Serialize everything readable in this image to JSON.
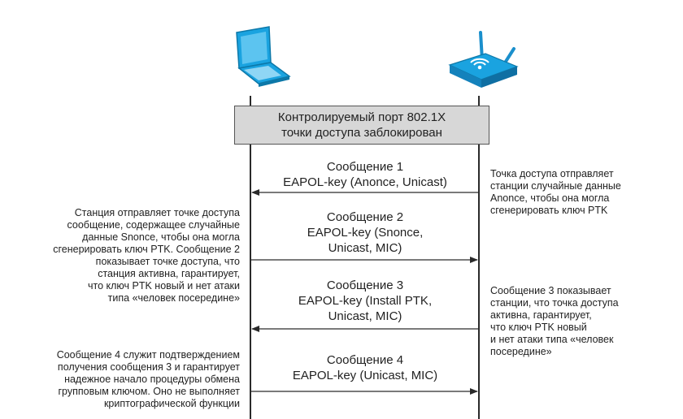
{
  "banner": {
    "line1": "Контролируемый порт 802.1X",
    "line2": "точки доступа заблокирован"
  },
  "messages": [
    {
      "lines": [
        "Сообщение 1",
        "EAPOL-key (Anonce, Unicast)"
      ],
      "direction": "to-station"
    },
    {
      "lines": [
        "Сообщение 2",
        "EAPOL-key (Snonce,",
        "Unicast, MIC)"
      ],
      "direction": "to-ap"
    },
    {
      "lines": [
        "Сообщение 3",
        "EAPOL-key (Install PTK,",
        "Unicast, MIC)"
      ],
      "direction": "to-station"
    },
    {
      "lines": [
        "Сообщение 4",
        "EAPOL-key (Unicast, MIC)"
      ],
      "direction": "to-ap"
    }
  ],
  "notes_right": [
    {
      "lines": [
        "Точка доступа отправляет",
        "станции случайные данные",
        "Anonce, чтобы она могла",
        "сгенерировать ключ PTK"
      ]
    },
    {
      "lines": [
        "Сообщение 3 показывает",
        "станции, что точка доступа",
        "активна, гарантирует,",
        "что ключ PTK новый",
        "и нет атаки типа «человек",
        "посередине»"
      ]
    }
  ],
  "notes_left": [
    {
      "lines": [
        "Станция отправляет точке доступа",
        "сообщение, содержащее случайные",
        "данные Snonce, чтобы она могла",
        "сгенерировать ключ PTK. Сообщение 2",
        "показывает точке доступа, что",
        "станция активна, гарантирует,",
        "что ключ PTK новый и нет атаки",
        "типа «человек посередине»"
      ]
    },
    {
      "lines": [
        "Сообщение 4 служит подтверждением",
        "получения сообщения 3 и гарантирует",
        "надежное начало процедуры обмена",
        "групповым ключом. Оно не выполняет",
        "криптографической функции"
      ]
    }
  ],
  "icons": {
    "station": "laptop-icon",
    "access_point": "wifi-router-icon",
    "accent": "#1aa3e0"
  }
}
